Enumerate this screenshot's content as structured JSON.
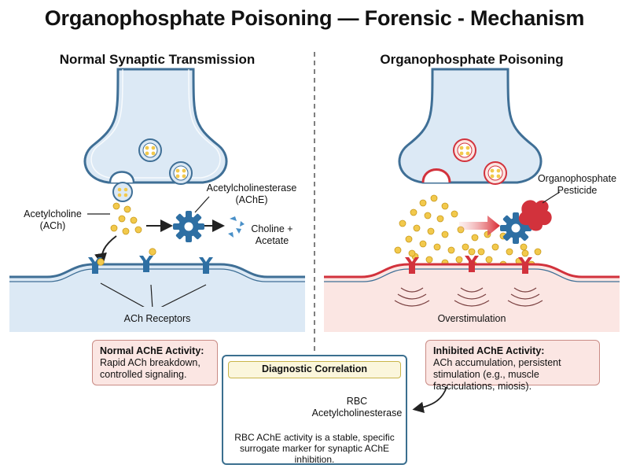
{
  "title": "Organophosphate Poisoning — Forensic - Mechanism",
  "left_panel": {
    "title": "Normal Synaptic Transmission",
    "ach_label": [
      "Acetylcholine",
      "(ACh)"
    ],
    "ache_label": [
      "Acetylcholinesterase",
      "(AChE)"
    ],
    "products_label": [
      "Choline +",
      "Acetate"
    ],
    "receptors_label": "ACh Receptors"
  },
  "right_panel": {
    "title": "Organophosphate Poisoning",
    "pesticide_label": [
      "Organophosphate",
      "Pesticide"
    ],
    "overstim_label": "Overstimulation"
  },
  "normal_box": {
    "heading": "Normal AChE Activity:",
    "text": "Rapid ACh breakdown, controlled signaling."
  },
  "inhibited_box": {
    "heading": "Inhibited AChE Activity:",
    "text": "ACh accumulation, persistent stimulation (e.g., muscle fasciculations, miosis)."
  },
  "diagnostic": {
    "heading": "Diagnostic Correlation",
    "rbc_label": [
      "RBC",
      "Acetylcholinesterase"
    ],
    "text": "RBC AChE activity is a stable, specific surrogate marker for synaptic AChE inhibition."
  },
  "colors": {
    "neuron_fill": "#dce9f5",
    "neuron_stroke": "#3f6f96",
    "ach": "#f2c94c",
    "enzyme": "#2e6fa3",
    "pesticide": "#d2323c",
    "box_fill": "#fbe6e3",
    "diag_border": "#3b6f8f"
  }
}
